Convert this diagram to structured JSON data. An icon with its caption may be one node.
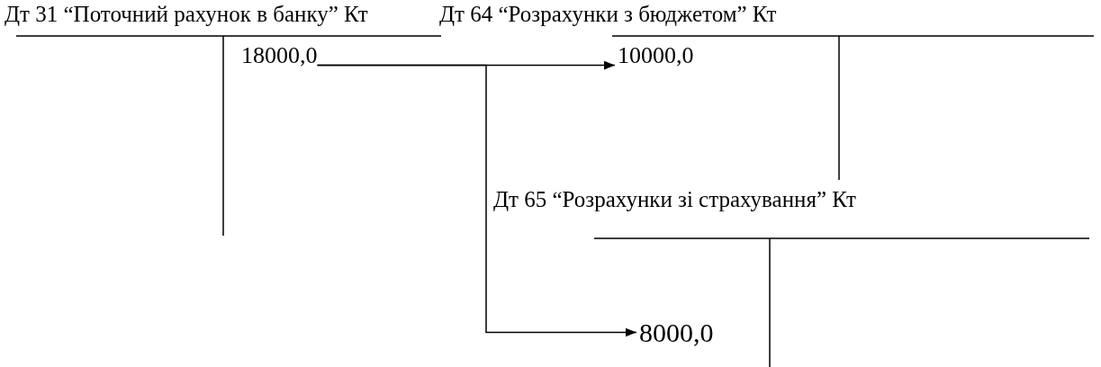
{
  "diagram": {
    "nodes": [
      {
        "text": [
          "Дт 31 “Поточний рахунок в банку” Кт"
        ]
      },
      {
        "text": [
          "18000,0"
        ],
        "in": 0
      },
      {
        "text": [
          "Дт 64 “Розрахунки з бюджетом” Кт"
        ]
      },
      {
        "text": [
          "10000,0"
        ],
        "in": 2
      },
      {
        "text": [
          "Дт 65 “Розрахунки зі страхування” Кт"
        ]
      },
      {
        "text": [
          "8000,0"
        ],
        "in": 4
      }
    ],
    "edges": [
      {
        "from": 1,
        "to": 3,
        "arrow": "to"
      },
      {
        "from": 1,
        "to": 5,
        "arrow": "to"
      }
    ]
  }
}
